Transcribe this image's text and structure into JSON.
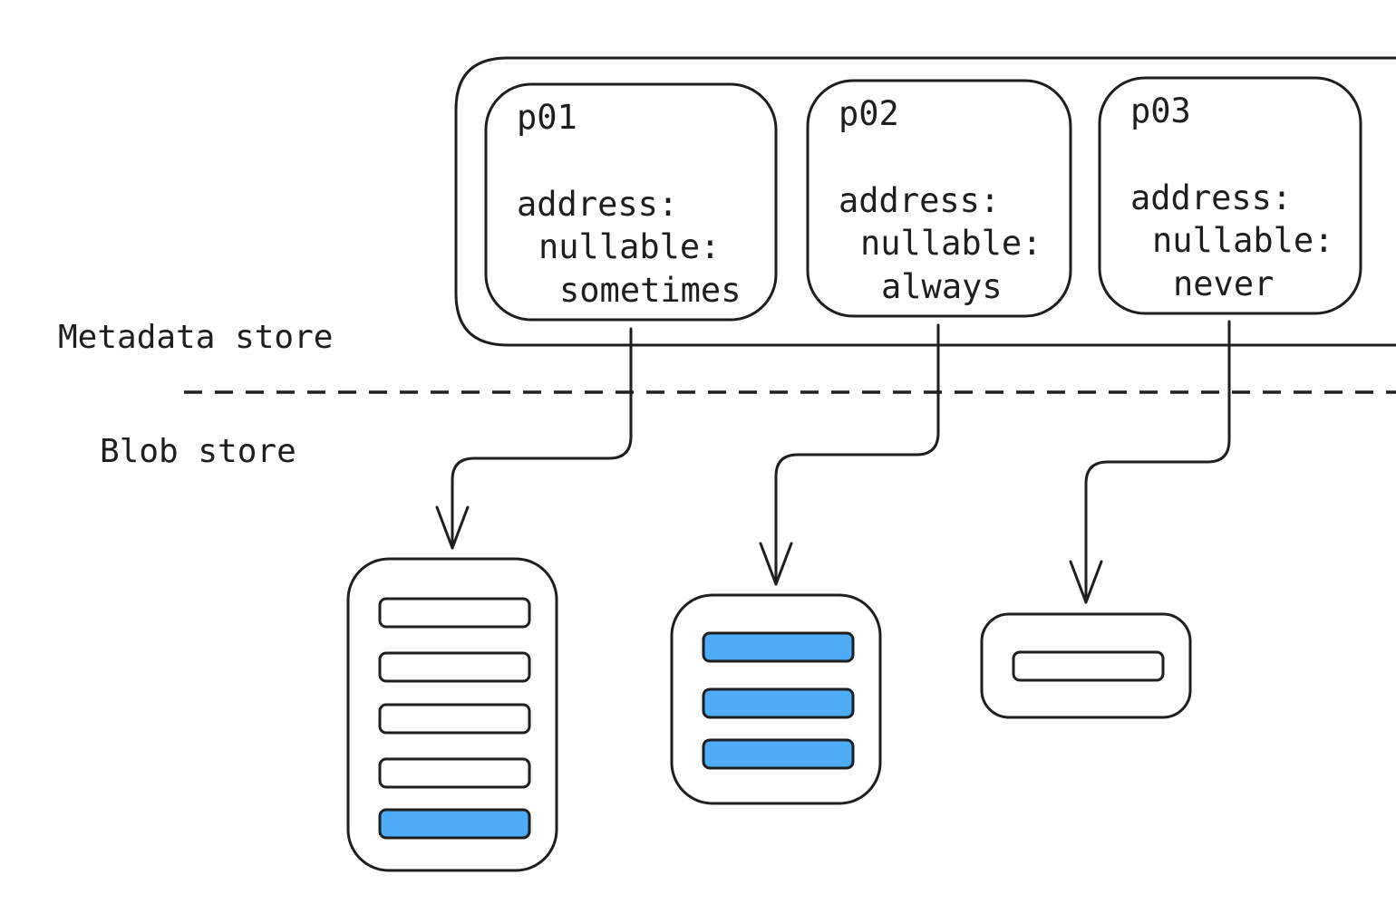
{
  "labels": {
    "metadata_store": "Metadata store",
    "blob_store": "Blob store"
  },
  "partitions": [
    {
      "name": "p01",
      "field": "address:",
      "nullable_key": "nullable:",
      "nullable_value": "sometimes",
      "rows": [
        "empty",
        "empty",
        "empty",
        "empty",
        "filled"
      ]
    },
    {
      "name": "p02",
      "field": "address:",
      "nullable_key": "nullable:",
      "nullable_value": "always",
      "rows": [
        "filled",
        "filled",
        "filled"
      ]
    },
    {
      "name": "p03",
      "field": "address:",
      "nullable_key": "nullable:",
      "nullable_value": "never",
      "rows": [
        "empty"
      ]
    }
  ],
  "colors": {
    "stroke": "#1e1e1e",
    "filled_row": "#4dabf7",
    "empty_row": "#ffffff"
  }
}
